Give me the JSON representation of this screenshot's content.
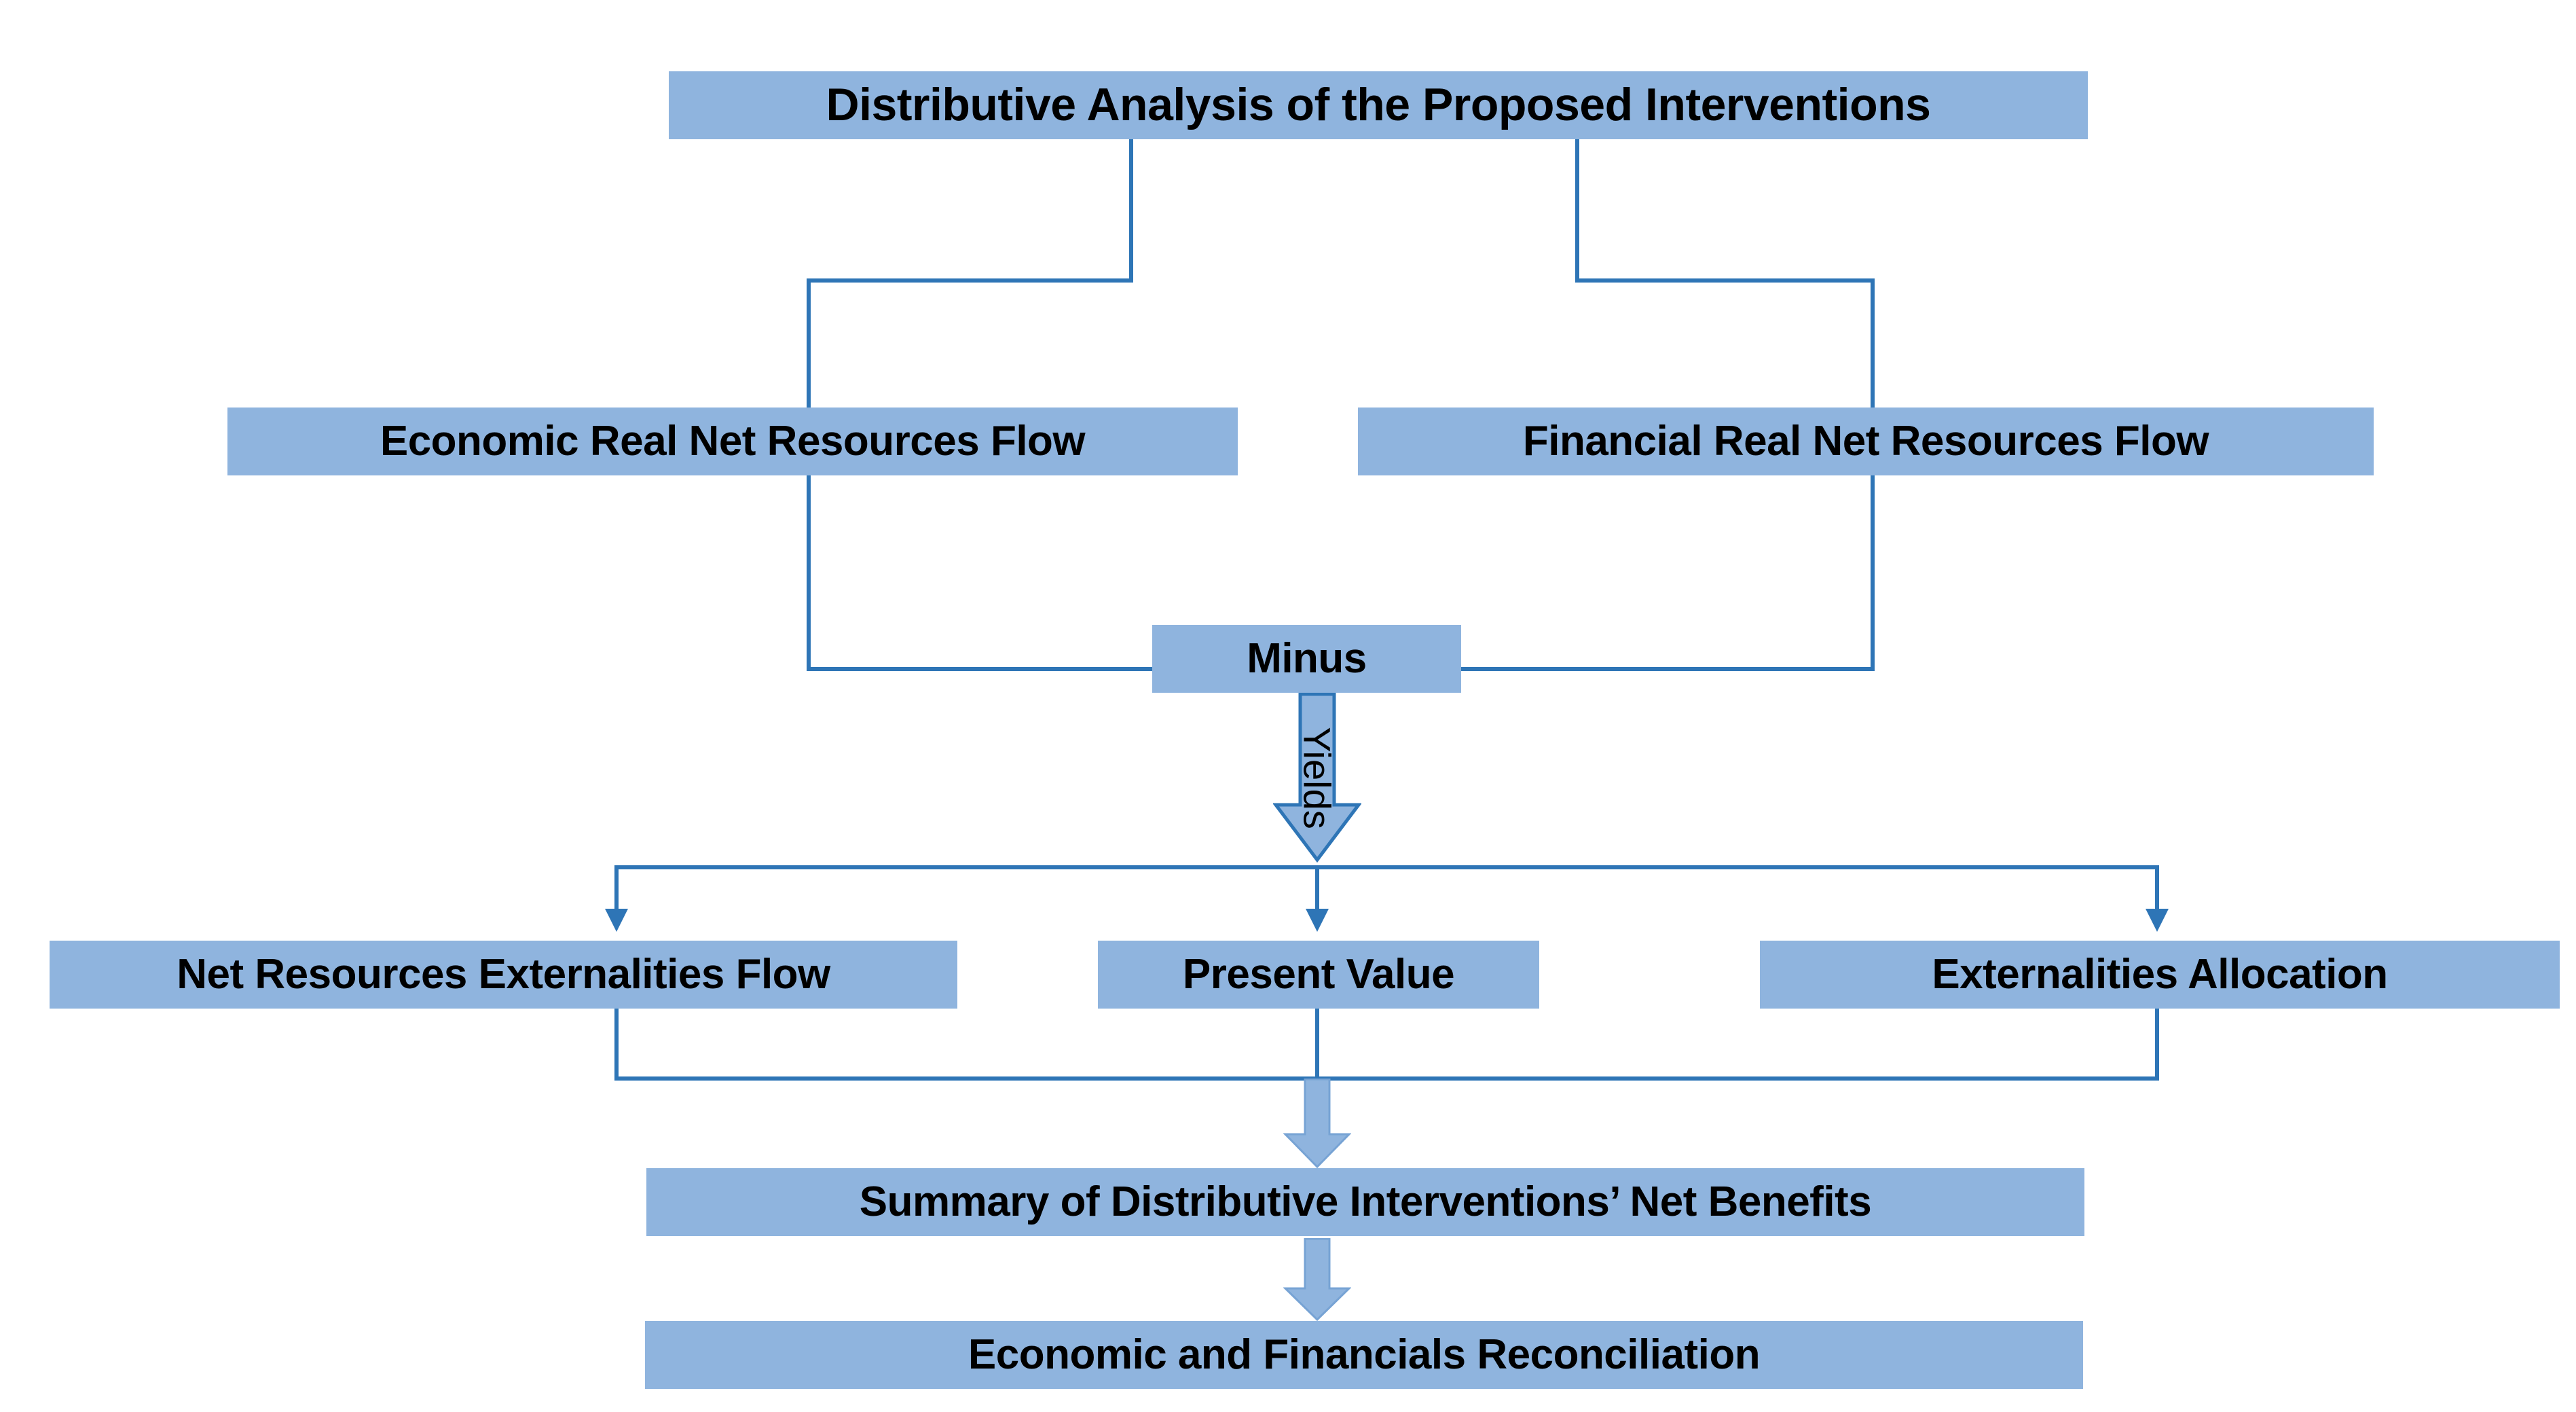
{
  "diagram": {
    "title": "Distributive Analysis of the Proposed Interventions",
    "colors": {
      "box_fill": "#8FB4DE",
      "connector": "#2E75B6",
      "block_arrow_fill": "#8FB4DE",
      "block_arrow_stroke": "#2E75B6",
      "text": "#000000",
      "background": "#FFFFFF"
    },
    "nodes": [
      {
        "id": "root",
        "label": "Distributive Analysis of the Proposed Interventions"
      },
      {
        "id": "economic-flow",
        "label": "Economic Real Net Resources Flow"
      },
      {
        "id": "financial-flow",
        "label": "Financial Real Net Resources Flow"
      },
      {
        "id": "minus",
        "label": "Minus"
      },
      {
        "id": "net-resources",
        "label": "Net Resources Externalities Flow"
      },
      {
        "id": "present-value",
        "label": "Present Value"
      },
      {
        "id": "externalities",
        "label": "Externalities Allocation"
      },
      {
        "id": "summary",
        "label": "Summary of Distributive Interventions’ Net Benefits"
      },
      {
        "id": "reconciliation",
        "label": "Economic and Financials Reconciliation"
      }
    ],
    "arrows": [
      {
        "id": "yields-arrow",
        "label": "Yields",
        "orientation": "down",
        "labelRotation": 90
      },
      {
        "id": "merge-arrow",
        "label": "",
        "orientation": "down"
      },
      {
        "id": "final-arrow",
        "label": "",
        "orientation": "down"
      }
    ]
  }
}
